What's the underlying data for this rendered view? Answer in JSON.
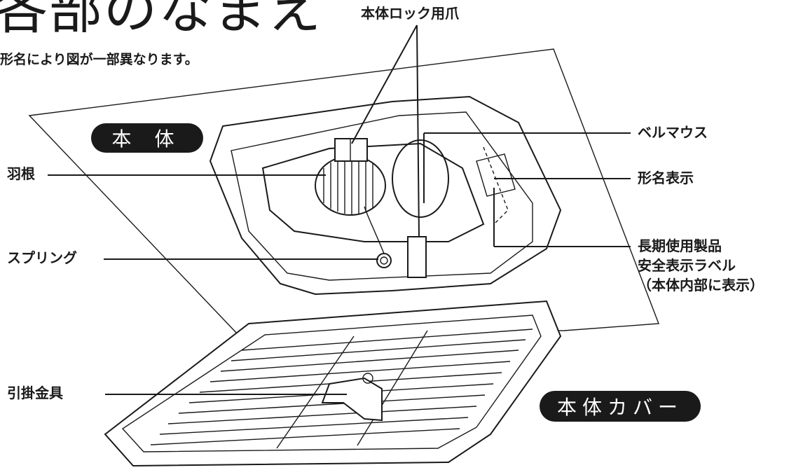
{
  "header": {
    "title": "各部のなまえ",
    "subtitle": "形名により図が一部異なります。"
  },
  "badges": {
    "main_body": "本 体",
    "cover": "本体カバー"
  },
  "labels": {
    "lock_claw": "本体ロック用爪",
    "bellmouth": "ベルマウス",
    "model_display": "形名表示",
    "safety_label_line1": "長期使用製品",
    "safety_label_line2": "安全表示ラベル",
    "safety_label_line3": "（本体内部に表示）",
    "fan": "羽根",
    "spring": "スプリング",
    "hook": "引掛金具"
  }
}
